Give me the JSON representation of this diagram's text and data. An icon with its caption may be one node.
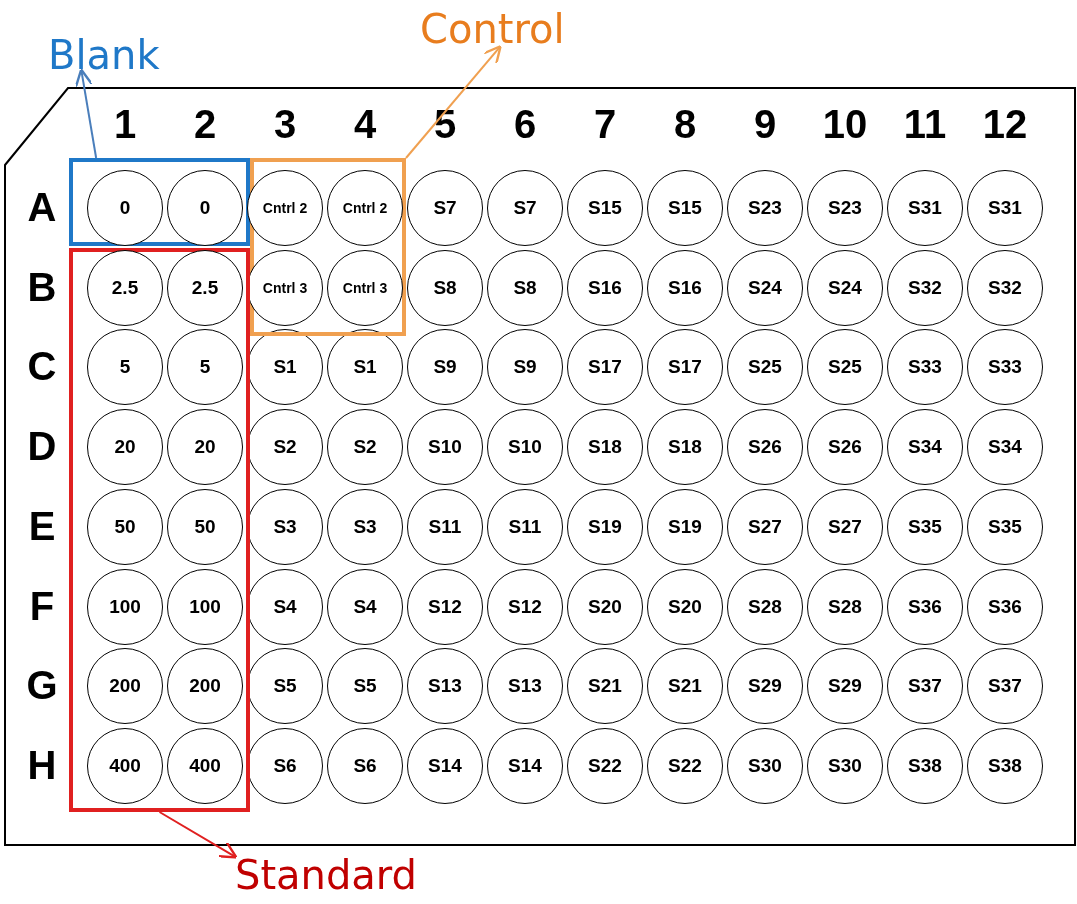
{
  "diagram": {
    "nodes": [
      {
        "text": [
          "Blank"
        ]
      },
      {
        "text": [
          "Control"
        ]
      },
      {
        "text": [],
        "shape": "box"
      },
      {
        "text": [],
        "shape": "box"
      },
      {
        "text": [],
        "shape": "box"
      },
      {
        "text": [
          "0"
        ],
        "in": 2
      },
      {
        "text": [
          "0"
        ],
        "in": 2
      },
      {
        "text": [
          "Cntrl 2"
        ],
        "in": 3
      },
      {
        "text": [
          "Cntrl 2"
        ],
        "in": 3
      },
      {
        "text": [
          "S7"
        ]
      },
      {
        "text": [
          "S7"
        ]
      },
      {
        "text": [
          "S15"
        ]
      },
      {
        "text": [
          "S15"
        ]
      },
      {
        "text": [
          "S23"
        ]
      },
      {
        "text": [
          "S23"
        ]
      },
      {
        "text": [
          "S31"
        ]
      },
      {
        "text": [
          "S31"
        ]
      },
      {
        "text": [
          "2.5"
        ],
        "in": 4
      },
      {
        "text": [
          "2.5"
        ],
        "in": 4
      },
      {
        "text": [
          "Cntrl 3"
        ],
        "in": 3
      },
      {
        "text": [
          "Cntrl 3"
        ],
        "in": 3
      },
      {
        "text": [
          "S8"
        ]
      },
      {
        "text": [
          "S8"
        ]
      },
      {
        "text": [
          "S16"
        ]
      },
      {
        "text": [
          "S16"
        ]
      },
      {
        "text": [
          "S24"
        ]
      },
      {
        "text": [
          "S24"
        ]
      },
      {
        "text": [
          "S32"
        ]
      },
      {
        "text": [
          "S32"
        ]
      },
      {
        "text": [
          "5"
        ],
        "in": 4
      },
      {
        "text": [
          "5"
        ],
        "in": 4
      },
      {
        "text": [
          "S1"
        ]
      },
      {
        "text": [
          "S1"
        ]
      },
      {
        "text": [
          "S9"
        ]
      },
      {
        "text": [
          "S9"
        ]
      },
      {
        "text": [
          "S17"
        ]
      },
      {
        "text": [
          "S17"
        ]
      },
      {
        "text": [
          "S25"
        ]
      },
      {
        "text": [
          "S25"
        ]
      },
      {
        "text": [
          "S33"
        ]
      },
      {
        "text": [
          "S33"
        ]
      },
      {
        "text": [
          "20"
        ],
        "in": 4
      },
      {
        "text": [
          "20"
        ],
        "in": 4
      },
      {
        "text": [
          "S2"
        ]
      },
      {
        "text": [
          "S2"
        ]
      },
      {
        "text": [
          "S10"
        ]
      },
      {
        "text": [
          "S10"
        ]
      },
      {
        "text": [
          "S18"
        ]
      },
      {
        "text": [
          "S18"
        ]
      },
      {
        "text": [
          "S26"
        ]
      },
      {
        "text": [
          "S26"
        ]
      },
      {
        "text": [
          "S34"
        ]
      },
      {
        "text": [
          "S34"
        ]
      },
      {
        "text": [
          "50"
        ],
        "in": 4
      },
      {
        "text": [
          "50"
        ],
        "in": 4
      },
      {
        "text": [
          "S3"
        ]
      },
      {
        "text": [
          "S3"
        ]
      },
      {
        "text": [
          "S11"
        ]
      },
      {
        "text": [
          "S11"
        ]
      },
      {
        "text": [
          "S19"
        ]
      },
      {
        "text": [
          "S19"
        ]
      },
      {
        "text": [
          "S27"
        ]
      },
      {
        "text": [
          "S27"
        ]
      },
      {
        "text": [
          "S35"
        ]
      },
      {
        "text": [
          "S35"
        ]
      },
      {
        "text": [
          "100"
        ],
        "in": 4
      },
      {
        "text": [
          "100"
        ],
        "in": 4
      },
      {
        "text": [
          "S4"
        ]
      },
      {
        "text": [
          "S4"
        ]
      },
      {
        "text": [
          "S12"
        ]
      },
      {
        "text": [
          "S12"
        ]
      },
      {
        "text": [
          "S20"
        ]
      },
      {
        "text": [
          "S20"
        ]
      },
      {
        "text": [
          "S28"
        ]
      },
      {
        "text": [
          "S28"
        ]
      },
      {
        "text": [
          "S36"
        ]
      },
      {
        "text": [
          "S36"
        ]
      },
      {
        "text": [
          "200"
        ],
        "in": 4
      },
      {
        "text": [
          "200"
        ],
        "in": 4
      },
      {
        "text": [
          "S5"
        ]
      },
      {
        "text": [
          "S5"
        ]
      },
      {
        "text": [
          "S13"
        ]
      },
      {
        "text": [
          "S13"
        ]
      },
      {
        "text": [
          "S21"
        ]
      },
      {
        "text": [
          "S21"
        ]
      },
      {
        "text": [
          "S29"
        ]
      },
      {
        "text": [
          "S29"
        ]
      },
      {
        "text": [
          "S37"
        ]
      },
      {
        "text": [
          "S37"
        ]
      },
      {
        "text": [
          "400"
        ],
        "in": 4
      },
      {
        "text": [
          "400"
        ],
        "in": 4
      },
      {
        "text": [
          "S6"
        ]
      },
      {
        "text": [
          "S6"
        ]
      },
      {
        "text": [
          "S14"
        ]
      },
      {
        "text": [
          "S14"
        ]
      },
      {
        "text": [
          "S22"
        ]
      },
      {
        "text": [
          "S22"
        ]
      },
      {
        "text": [
          "S30"
        ]
      },
      {
        "text": [
          "S30"
        ]
      },
      {
        "text": [
          "S38"
        ]
      },
      {
        "text": [
          "S38"
        ]
      },
      {
        "text": [
          "Standard"
        ]
      }
    ],
    "edges": [
      {
        "from": 2,
        "to": 0,
        "arrow": "to",
        "color": "#4a7ebb"
      },
      {
        "from": 3,
        "to": 1,
        "arrow": "to",
        "color": "#f0a050"
      },
      {
        "from": 4,
        "to": 101,
        "arrow": "to",
        "color": "#e02020"
      }
    ],
    "labels": [
      "1",
      "2",
      "3",
      "4",
      "5",
      "6",
      "7",
      "8",
      "9",
      "10",
      "11",
      "12",
      "A",
      "B",
      "C",
      "D",
      "E",
      "F",
      "G",
      "H"
    ]
  }
}
